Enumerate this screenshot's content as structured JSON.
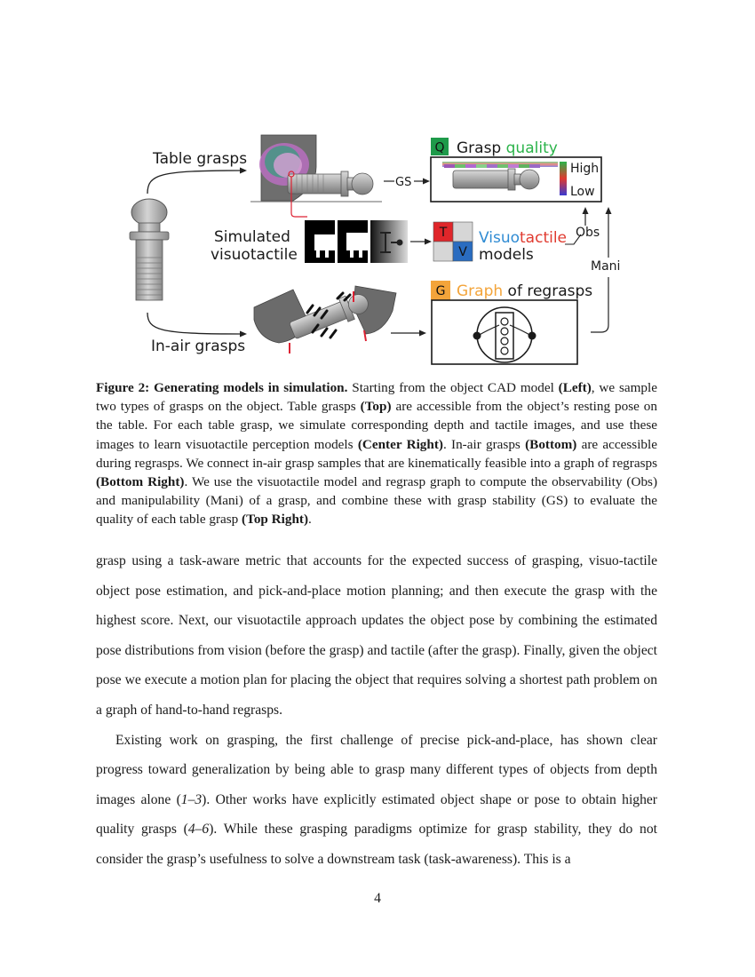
{
  "figure": {
    "labels": {
      "table_grasps": "Table grasps",
      "simulated": "Simulated",
      "visuotactile": "visuotactile",
      "in_air_grasps": "In-air grasps",
      "gs": "GS",
      "obs": "Obs",
      "mani": "Mani"
    },
    "quality_panel": {
      "badge": "Q",
      "title_plain": "Grasp ",
      "title_accent": "quality",
      "high": "High",
      "low": "Low"
    },
    "models_panel": {
      "badge_t": "T",
      "badge_v": "V",
      "title_visuo": "Visuo",
      "title_tactile": "tactile",
      "title_line2": "models"
    },
    "graph_panel": {
      "badge": "G",
      "title_accent": "Graph",
      "title_plain": " of regrasps"
    },
    "colors": {
      "q_badge": "#1e9a4a",
      "accent_green": "#2bb34a",
      "t_badge": "#e0262a",
      "v_badge": "#2a6cc0",
      "blue_text": "#2f8bd3",
      "red_text": "#e03a2f",
      "g_badge": "#f3a43a",
      "orange_text": "#f3a43a"
    }
  },
  "caption": {
    "s1_label": "Figure 2: ",
    "s1_bold": "Generating models in simulation.",
    "s2": " Starting from the object CAD model ",
    "left": "(Left)",
    "s3": ", we sample two types of grasps on the object. Table grasps ",
    "top": "(Top)",
    "s4": " are accessible from the object’s resting pose on the table. For each table grasp, we simulate corresponding depth and tactile images, and use these images to learn visuotactile perception models ",
    "center_right": "(Center Right)",
    "s5": ". In-air grasps ",
    "bottom": "(Bottom)",
    "s6": " are accessible during regrasps. We connect in-air grasp samples that are kinematically feasible into a graph of regrasps ",
    "bottom_right": "(Bottom Right)",
    "s7": ". We use the visuotactile model and regrasp graph to compute the observability (Obs) and manipulability (Mani) of a grasp, and combine these with grasp stability (GS) to evaluate the quality of each table grasp ",
    "top_right": "(Top Right)",
    "s8": "."
  },
  "body": {
    "p1": "grasp using a task-aware metric that accounts for the expected success of grasping, visuo-tactile object pose estimation, and pick-and-place motion planning; and then execute the grasp with the highest score. Next, our visuotactile approach updates the object pose by combining the estimated pose distributions from vision (before the grasp) and tactile (after the grasp). Finally, given the object pose we execute a motion plan for placing the object that requires solving a shortest path problem on a graph of hand-to-hand regrasps.",
    "p2a": "Existing work on grasping, the first challenge of precise pick-and-place, has shown clear progress toward generalization by being able to grasp many different types of objects from depth images alone (",
    "p2_ref1": "1–3",
    "p2b": "). Other works have explicitly estimated object shape or pose to obtain higher quality grasps (",
    "p2_ref2": "4–6",
    "p2c": "). While these grasping paradigms optimize for grasp stability, they do not consider the grasp’s usefulness to solve a downstream task (task-awareness). This is a"
  },
  "page_number": "4"
}
